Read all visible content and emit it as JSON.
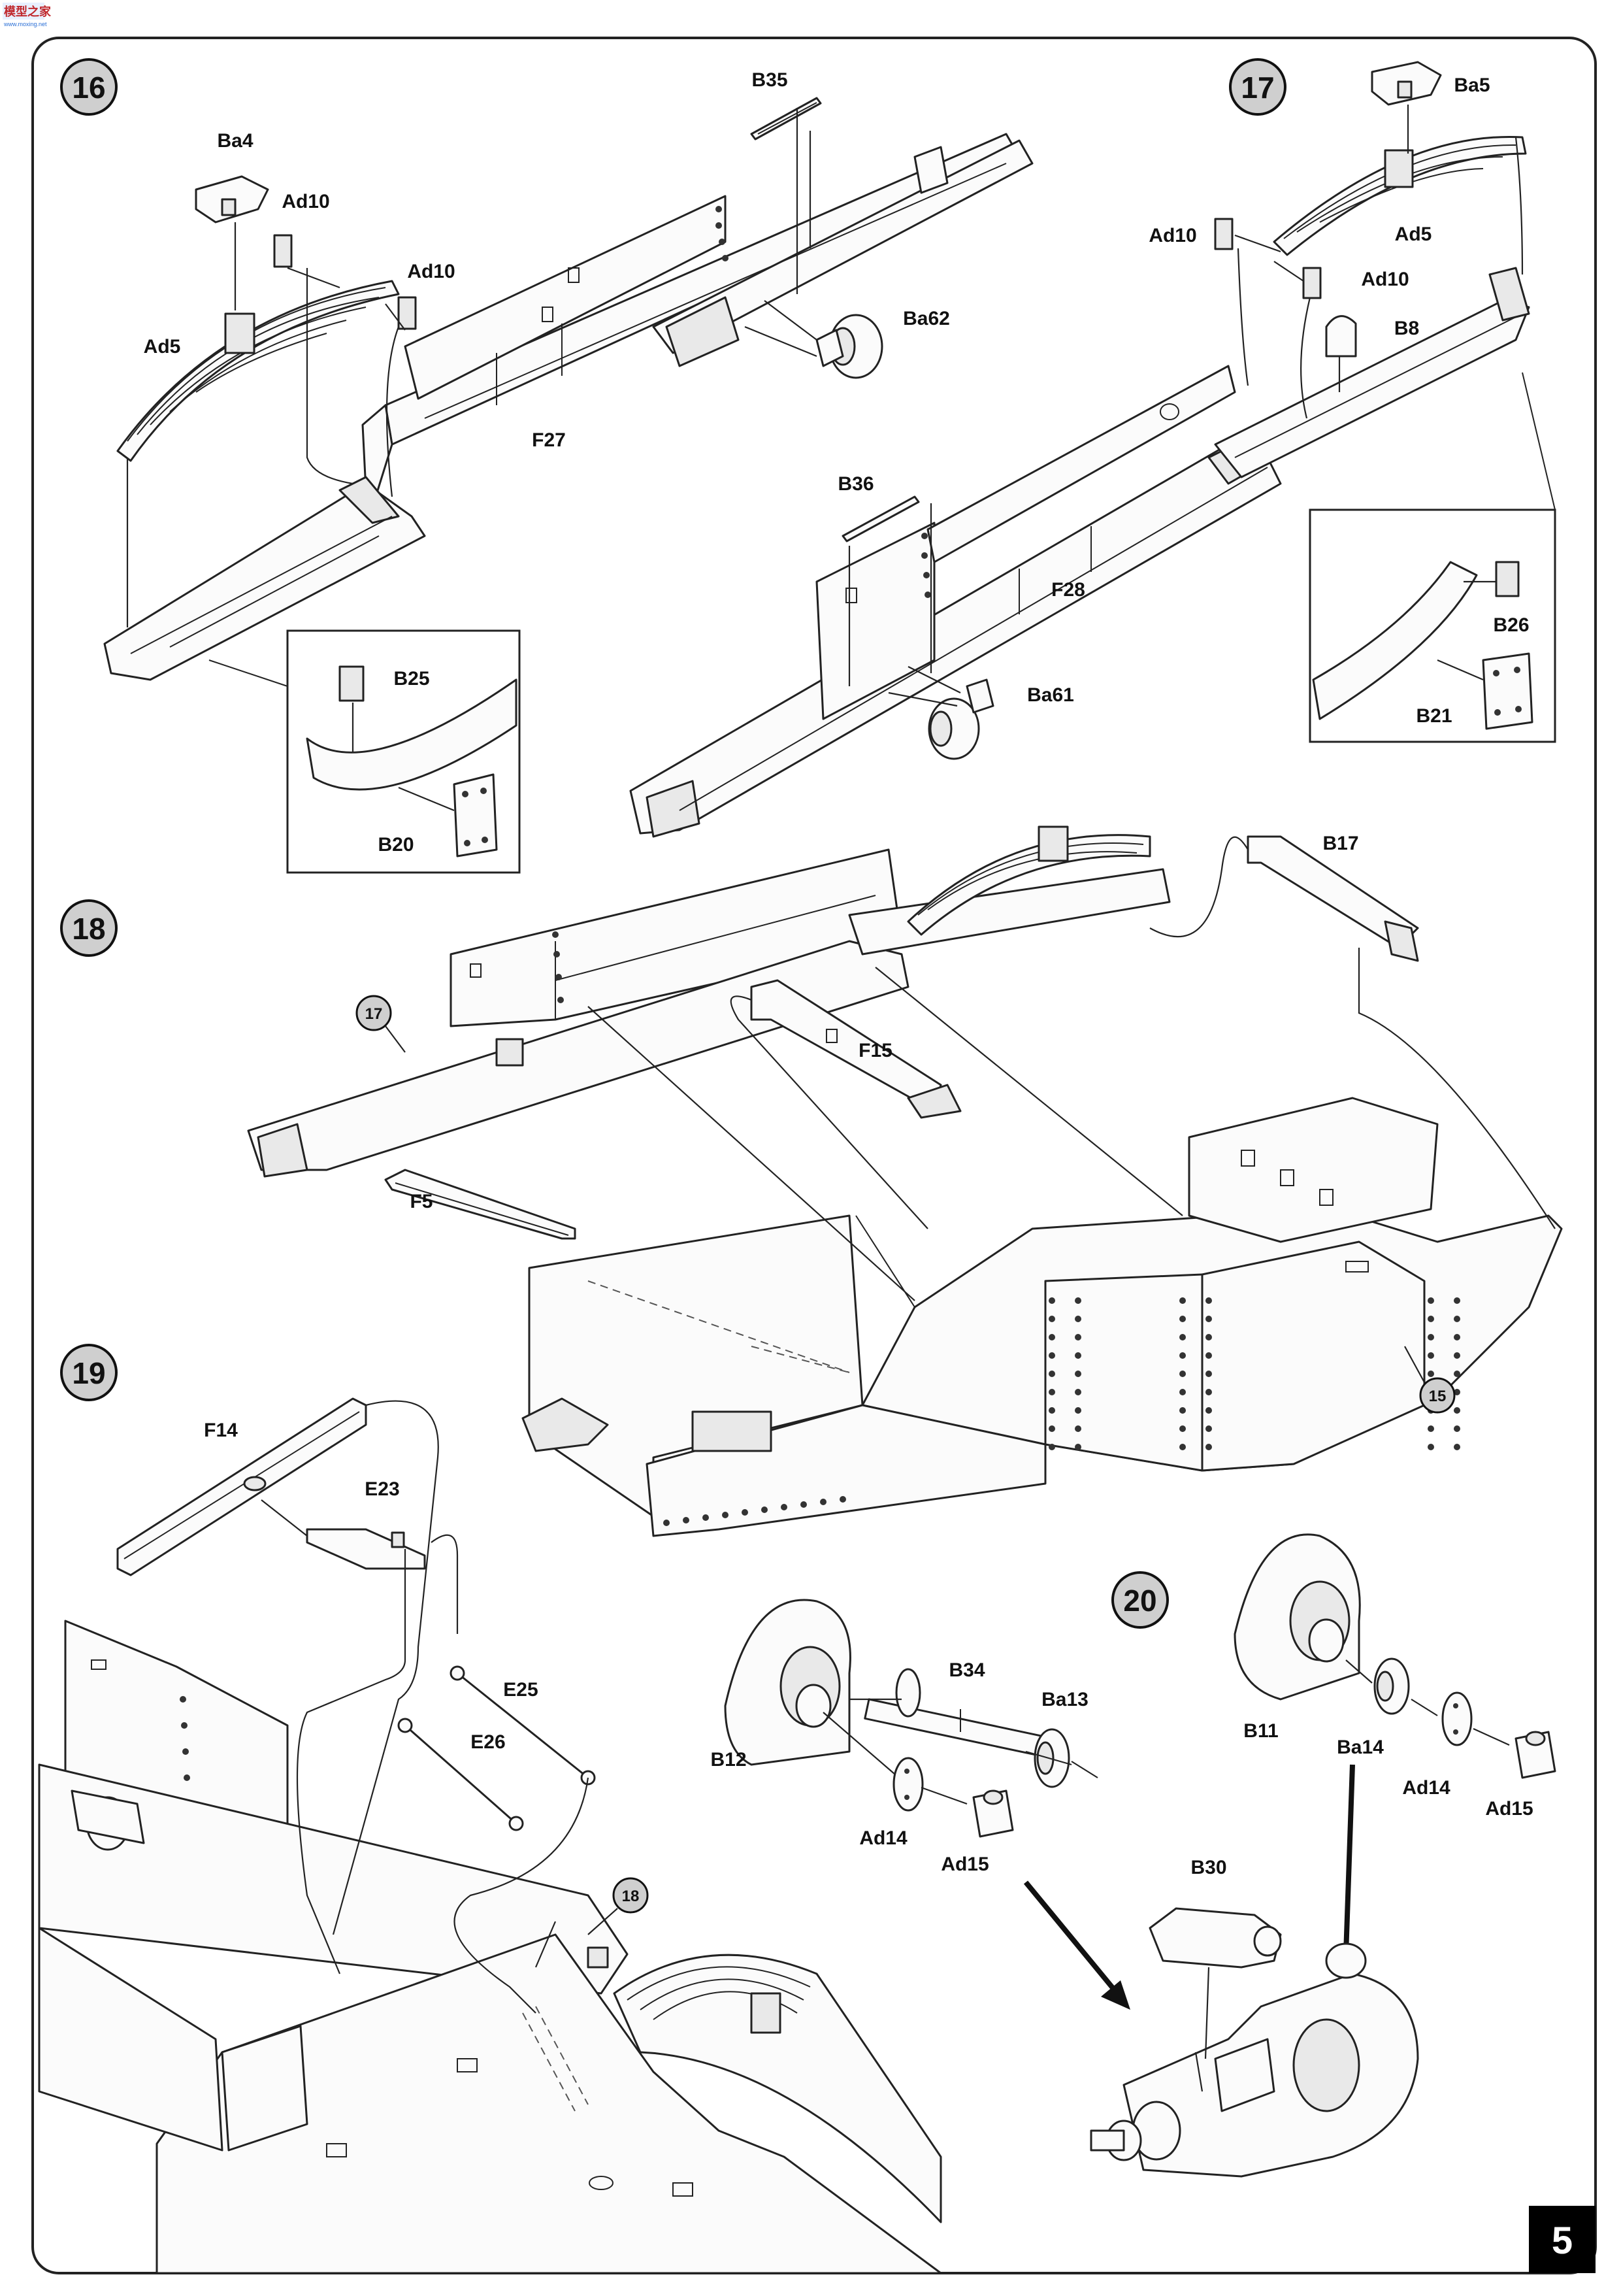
{
  "logo": {
    "text": "模型之家",
    "site": "www.moxing.net"
  },
  "page_number": "5",
  "steps": [
    {
      "number": "16",
      "labels": [
        "B35",
        "Ba4",
        "Ad10",
        "Ad10",
        "Ad5",
        "Ba62",
        "F27",
        "B25",
        "B20"
      ]
    },
    {
      "number": "17",
      "labels": [
        "Ba5",
        "Ad10",
        "Ad5",
        "Ad10",
        "B8",
        "B36",
        "F28",
        "Ba61",
        "B26",
        "B21"
      ]
    },
    {
      "number": "18",
      "labels": [
        "B17",
        "F15",
        "F5"
      ],
      "refs": [
        "17",
        "15"
      ]
    },
    {
      "number": "19",
      "labels": [
        "F14",
        "E23",
        "E25",
        "E26"
      ],
      "refs": [
        "18"
      ]
    },
    {
      "number": "20",
      "labels": [
        "B34",
        "Ba13",
        "B12",
        "Ad14",
        "Ad15",
        "B11",
        "Ba14",
        "Ad14",
        "Ad15",
        "B30"
      ]
    }
  ],
  "colors": {
    "ink": "#222222",
    "badge": "#cfcfcf",
    "page_box": "#000000"
  }
}
